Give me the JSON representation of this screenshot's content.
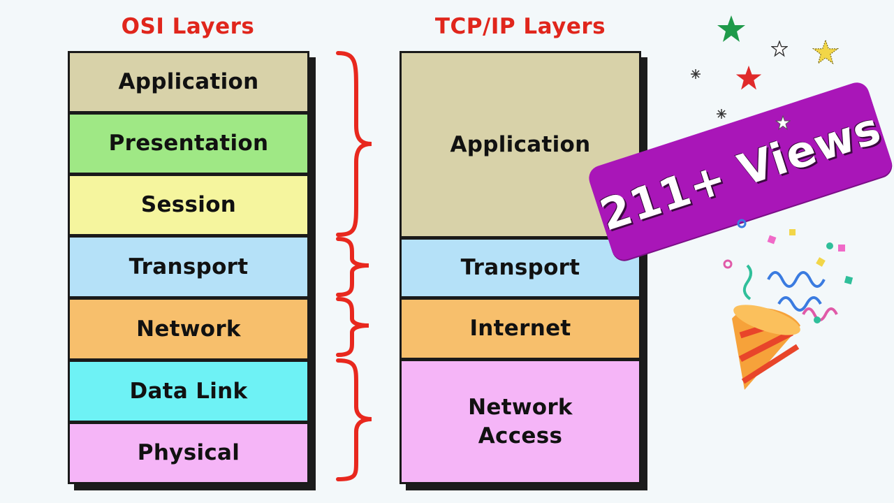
{
  "osi": {
    "title": "OSI Layers",
    "layers": [
      {
        "label": "Application",
        "color": "#d8d2a9"
      },
      {
        "label": "Presentation",
        "color": "#9fe885"
      },
      {
        "label": "Session",
        "color": "#f5f59e"
      },
      {
        "label": "Transport",
        "color": "#b5e1f8"
      },
      {
        "label": "Network",
        "color": "#f7bf6c"
      },
      {
        "label": "Data Link",
        "color": "#6ef2f5"
      },
      {
        "label": "Physical",
        "color": "#f5b5f7"
      }
    ]
  },
  "tcpip": {
    "title": "TCP/IP Layers",
    "layers": [
      {
        "label": "Application",
        "color": "#d8d2a9"
      },
      {
        "label": "Transport",
        "color": "#b5e1f8"
      },
      {
        "label": "Internet",
        "color": "#f7bf6c"
      },
      {
        "label": "Network\nAccess",
        "color": "#f5b5f7"
      }
    ]
  },
  "banner": {
    "text": "211+ Views",
    "color": "#a916b8"
  },
  "decorations": {
    "icons": [
      "star-icon",
      "party-popper-icon",
      "confetti-icon"
    ],
    "brace_color": "#e8281e"
  }
}
